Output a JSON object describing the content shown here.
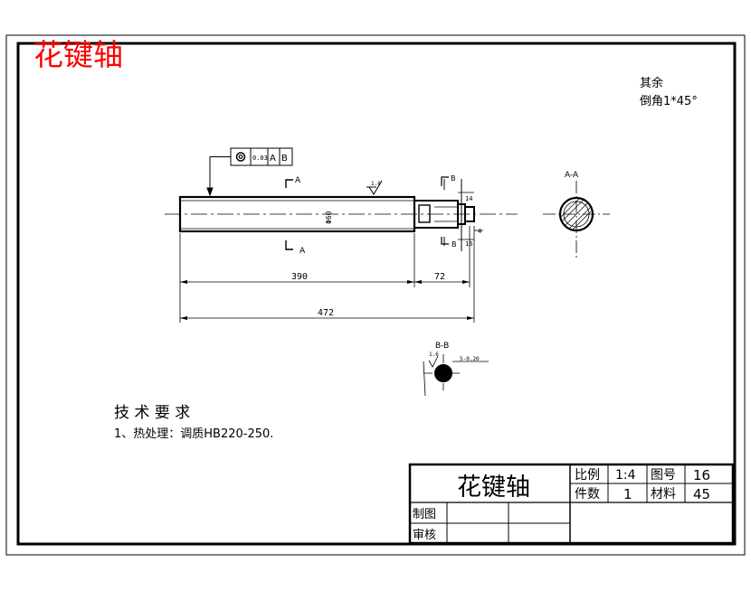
{
  "header": {
    "title": "花键轴",
    "title_color": "#ff0000"
  },
  "notes": {
    "remaining_line1": "其余",
    "remaining_line2": "倒角1*45°"
  },
  "tolerance_frame": {
    "symbol_icon": "concentricity-icon",
    "value": "0.03",
    "datum_a": "A",
    "datum_b": "B"
  },
  "views": {
    "section_a_label": "A-A",
    "section_b_label": "B-B",
    "cut_a": "A",
    "cut_b": "B"
  },
  "dimensions": {
    "length_main": "390",
    "length_end": "72",
    "length_total": "472",
    "diameter_main": "Φ60",
    "step_1": "14",
    "step_2": "4",
    "step_3": "16",
    "roughness_main": "1.6",
    "bb_roughness": "1.6",
    "bb_keyway": "5-0.20"
  },
  "technical_requirements": {
    "heading": "技 术 要 求",
    "item_1": "1、热处理：调质HB220-250."
  },
  "title_block": {
    "part_name": "花键轴",
    "scale_label": "比例",
    "scale_value": "1:4",
    "drawing_no_label": "图号",
    "drawing_no_value": "16",
    "quantity_label": "件数",
    "quantity_value": "1",
    "material_label": "材料",
    "material_value": "45",
    "drawn_by_label": "制图",
    "checked_by_label": "审核"
  }
}
